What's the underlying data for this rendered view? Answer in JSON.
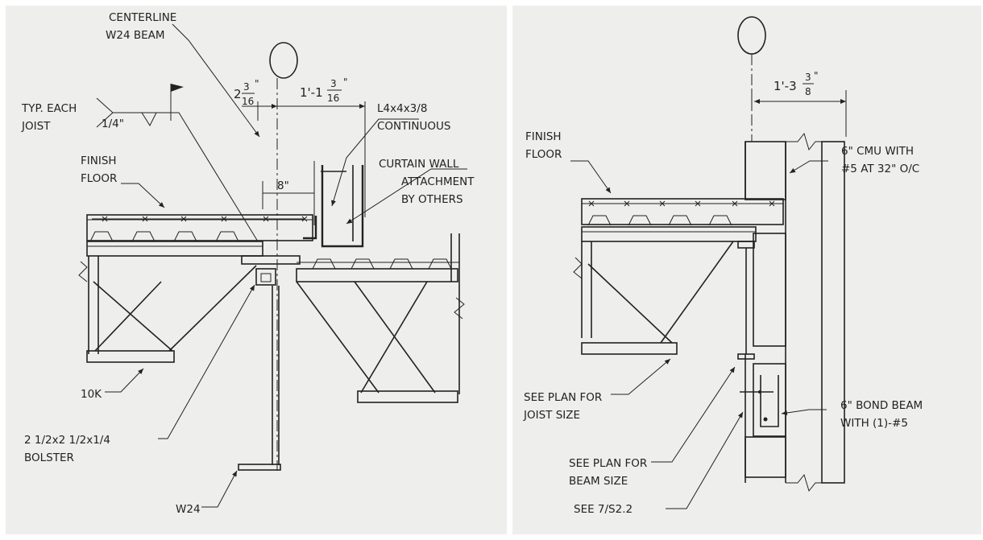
{
  "left_detail": {
    "centerline_line1": "CENTERLINE",
    "centerline_line2": "W24 BEAM",
    "dim_left_whole": "2",
    "dim_left_num": "3",
    "dim_left_den": "16",
    "dim_left_inch": "\"",
    "dim_right_whole": "1'-1",
    "dim_right_num": "3",
    "dim_right_den": "16",
    "dim_right_inch": "\"",
    "typ_line1": "TYP. EACH",
    "typ_line2": "JOIST",
    "weld_size": "1/4\"",
    "angle_line1": "L4x4x3/8",
    "angle_line2": "CONTINUOUS",
    "finish_line1": "FINISH",
    "finish_line2": "FLOOR",
    "dim_8": "8\"",
    "curtain_line1": "CURTAIN WALL",
    "curtain_line2": "ATTACHMENT",
    "curtain_line3": "BY OTHERS",
    "joist_10k": "10K",
    "bolster_line1": "2 1/2x2 1/2x1/4",
    "bolster_line2": "BOLSTER",
    "beam_w24": "W24"
  },
  "right_detail": {
    "dim_whole": "1'-3",
    "dim_num": "3",
    "dim_den": "8",
    "dim_inch": "\"",
    "finish_line1": "FINISH",
    "finish_line2": "FLOOR",
    "cmu_line1": "6\" CMU WITH",
    "cmu_line2": "#5 AT 32\" O/C",
    "joist_line1": "SEE PLAN FOR",
    "joist_line2": "JOIST SIZE",
    "bond_line1": "6\" BOND BEAM",
    "bond_line2": "WITH (1)-#5",
    "beam_line1": "SEE PLAN FOR",
    "beam_line2": "BEAM SIZE",
    "see_ref": "SEE 7/S2.2"
  }
}
